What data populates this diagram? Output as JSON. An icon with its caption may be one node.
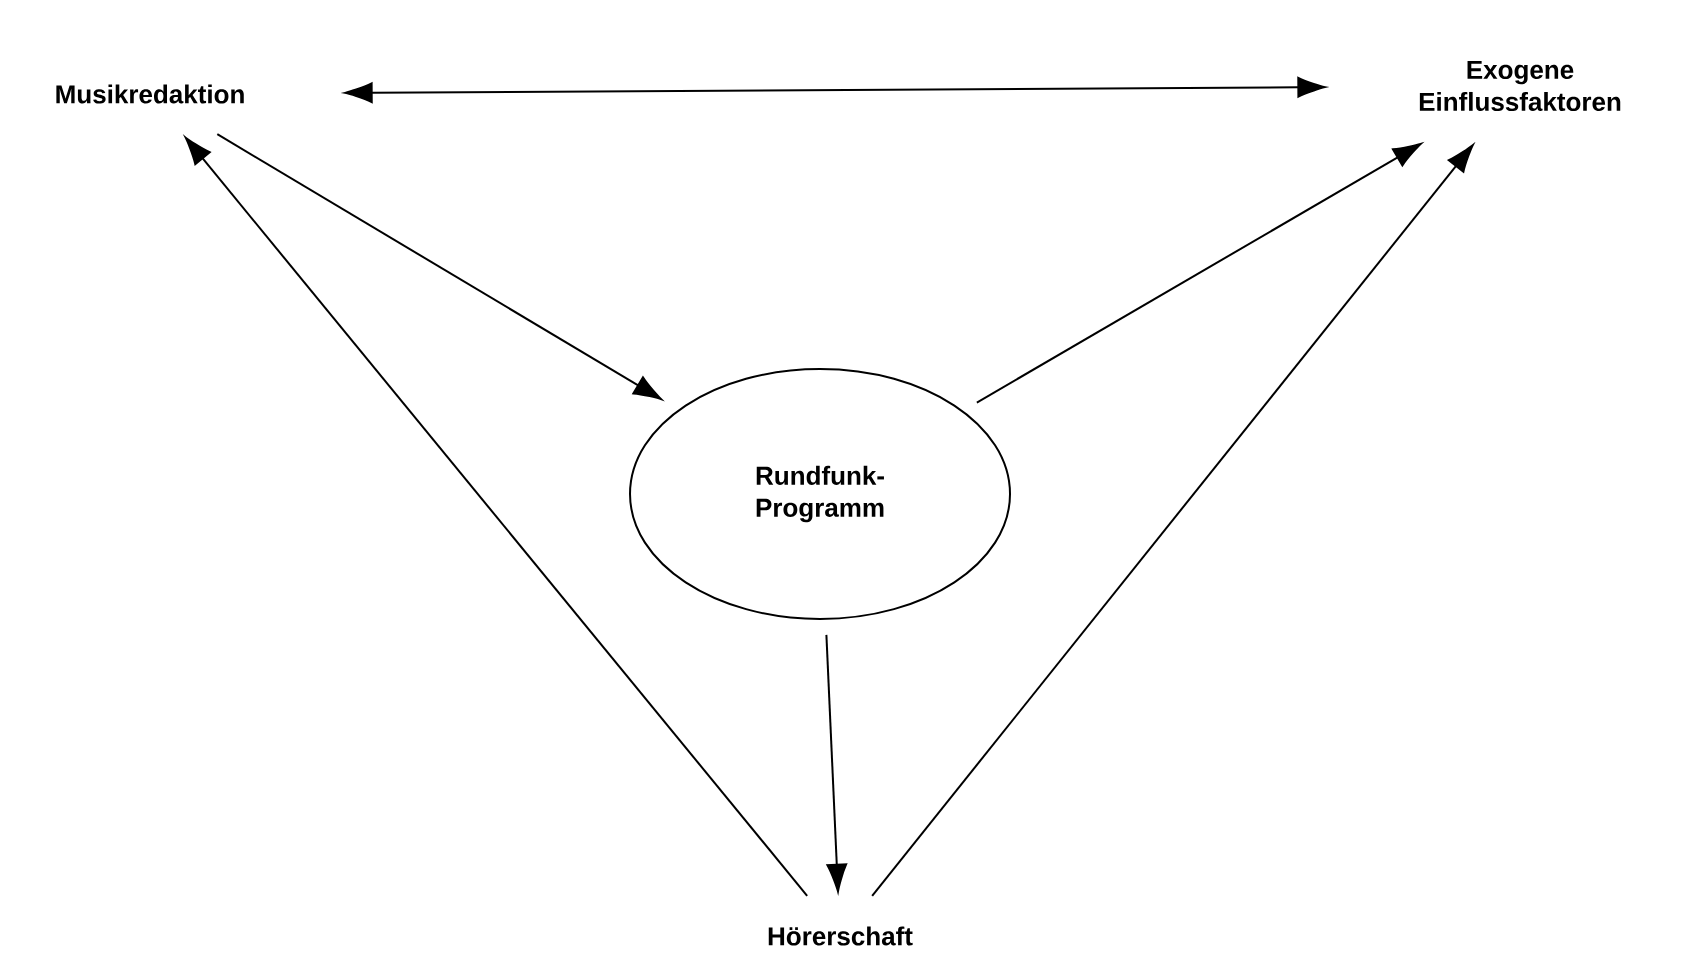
{
  "diagram": {
    "nodes": [
      {
        "text": [
          "Musikredaktion"
        ]
      },
      {
        "text": [
          "Exogene Einflussfaktoren"
        ]
      },
      {
        "text": [
          "Rundfunk- Programm"
        ]
      },
      {
        "text": [
          "Hörerschaft"
        ]
      }
    ],
    "edges": [
      {
        "from": 0,
        "to": 1,
        "arrow": "both"
      },
      {
        "from": 0,
        "to": 2,
        "arrow": "to"
      },
      {
        "from": 2,
        "to": 1,
        "arrow": "to"
      },
      {
        "from": 2,
        "to": 3,
        "arrow": "to"
      },
      {
        "from": 3,
        "to": 0,
        "arrow": "to"
      },
      {
        "from": 3,
        "to": 1,
        "arrow": "to"
      }
    ]
  }
}
